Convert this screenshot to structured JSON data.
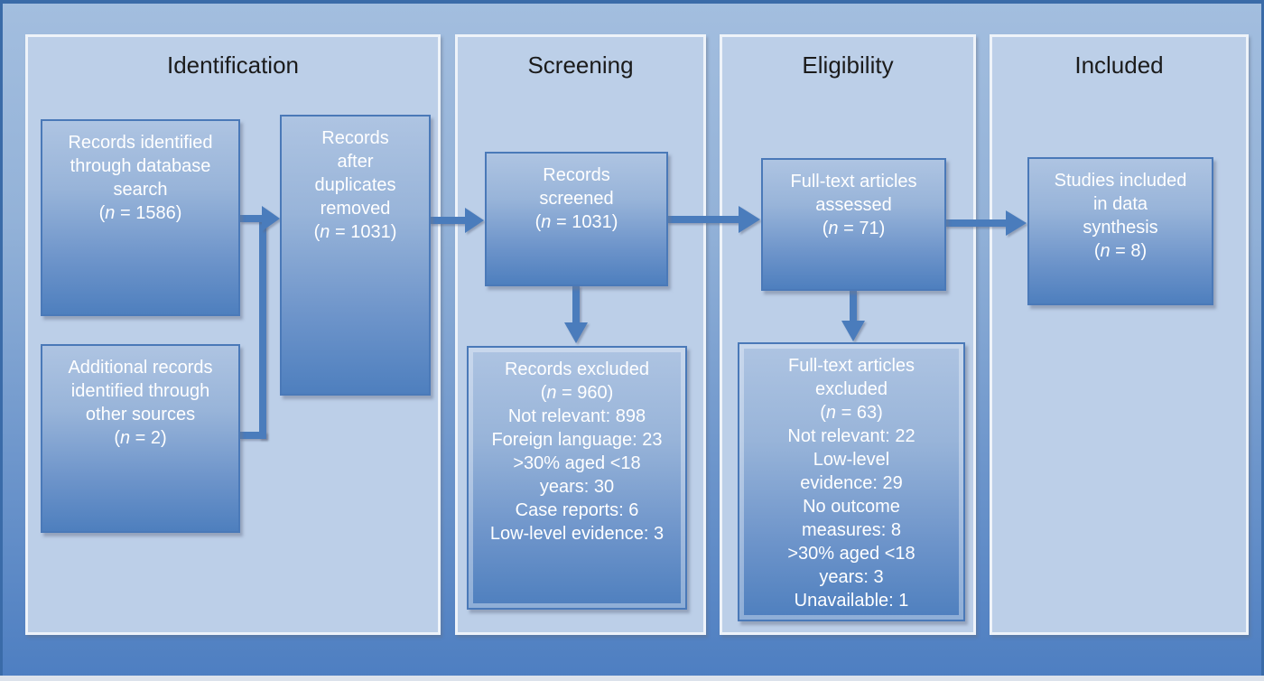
{
  "diagram": {
    "type": "prisma-flow",
    "columns": {
      "identification": "Identification",
      "screening": "Screening",
      "eligibility": "Eligibility",
      "included": "Included"
    },
    "boxes": {
      "records_identified": {
        "lines": [
          "Records identified",
          "through database",
          "search",
          "(n = 1586)"
        ]
      },
      "additional_records": {
        "lines": [
          "Additional records",
          "identified through",
          "other sources",
          "(n = 2)"
        ]
      },
      "duplicates_removed": {
        "lines": [
          "Records",
          "after",
          "duplicates",
          "removed",
          "(n = 1031)"
        ]
      },
      "records_screened": {
        "lines": [
          "Records",
          "screened",
          "(n = 1031)"
        ]
      },
      "records_excluded": {
        "lines": [
          "Records excluded",
          "(n = 960)",
          "Not relevant: 898",
          "Foreign language: 23",
          ">30% aged <18",
          "years: 30",
          "Case reports: 6",
          "Low-level evidence: 3"
        ]
      },
      "fulltext_assessed": {
        "lines": [
          "Full-text articles",
          "assessed",
          "(n = 71)"
        ]
      },
      "fulltext_excluded": {
        "lines": [
          "Full-text articles",
          "excluded",
          "(n = 63)",
          "Not relevant: 22",
          "Low-level",
          "evidence: 29",
          "No outcome",
          "measures: 8",
          ">30% aged <18",
          "years: 3",
          "Unavailable: 1"
        ]
      },
      "studies_included": {
        "lines": [
          "Studies included",
          "in data",
          "synthesis",
          "(n = 8)"
        ]
      }
    },
    "colors": {
      "background_top": "#a3bedf",
      "background_bottom": "#4d7ec1",
      "panel_fill": "#bccfe8",
      "panel_border": "#eef3f9",
      "box_fill_top": "#aec4e2",
      "box_fill_bottom": "#4e7fbe",
      "box_border": "#4a79b8",
      "arrow": "#4a7cbc",
      "header_text": "#1b1b1b",
      "box_text": "#ffffff",
      "frame_border": "#3a6ba8",
      "bottom_strip": "#dce2eb"
    }
  }
}
